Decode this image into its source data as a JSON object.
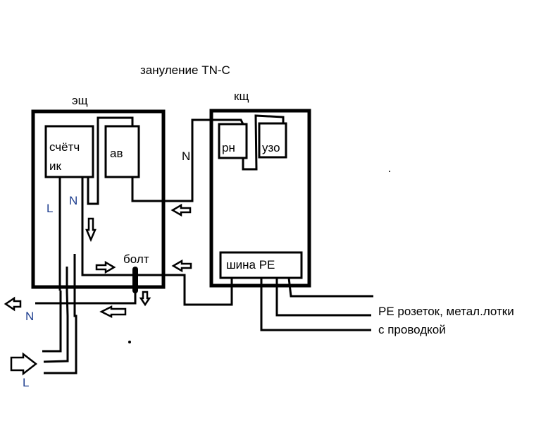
{
  "title": "зануление  TN-C",
  "panels": {
    "eshch": {
      "label": "эщ",
      "meter_label_line1": "счётч",
      "meter_label_line2": "ик",
      "breaker_label": "ав",
      "bolt_label": "болт",
      "wire_L_label": "L",
      "wire_N_label": "N"
    },
    "kshch": {
      "label": "кщ",
      "relay_label": "рн",
      "rcd_label": "узо",
      "pe_bus_label": "шина РЕ"
    }
  },
  "link_N_label": "N",
  "outgoing_N_label": "N",
  "incoming_L_label": "L",
  "pe_outputs_label_line1": "РЕ розеток, метал.лотки",
  "pe_outputs_label_line2": "с проводкой",
  "colors": {
    "line": "#000000",
    "label_blue": "#1f3f8f",
    "background": "#ffffff"
  }
}
